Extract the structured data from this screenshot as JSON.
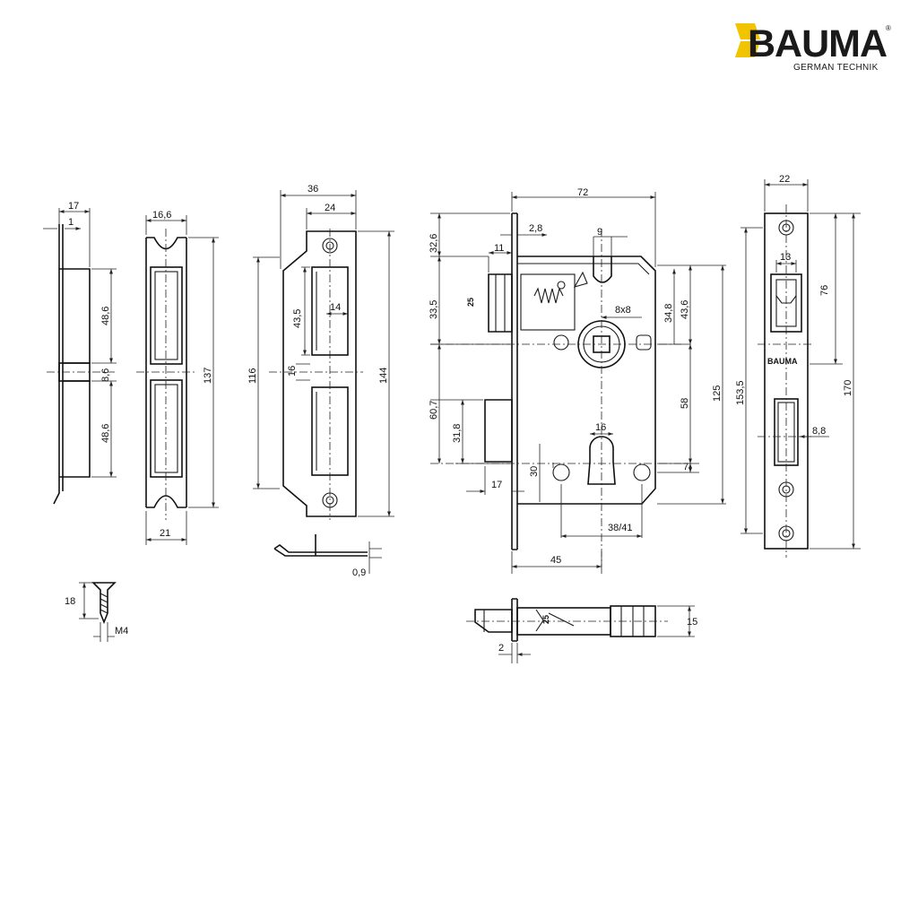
{
  "brand": {
    "name": "BAUMA",
    "registered": "®",
    "tagline": "GERMAN TECHNIK",
    "accent_color": "#f2c400",
    "plate_stamp": "BAUMA"
  },
  "dimensions": {
    "d17a": "17",
    "d1": "1",
    "d48_6a": "48,6",
    "d8_6": "8,6",
    "d48_6b": "48,6",
    "d16_6": "16,6",
    "d137": "137",
    "d21": "21",
    "d36": "36",
    "d24": "24",
    "d43_5": "43,5",
    "d14": "14",
    "d116": "116",
    "d16a": "16",
    "d144": "144",
    "d0_9": "0,9",
    "d72": "72",
    "d2_8": "2,8",
    "d9": "9",
    "d32_6": "32,6",
    "d11": "11",
    "d33_5": "33,5",
    "d25": "25",
    "d8x8": "8x8",
    "d34_8": "34,8",
    "d43_6": "43,6",
    "d58": "58",
    "d125": "125",
    "d153_5": "153,5",
    "d60_7": "60,7",
    "d31_8": "31,8",
    "d16b": "16",
    "d30": "30",
    "d7": "7",
    "d17b": "17",
    "d38_41": "38/41",
    "d45": "45",
    "d22": "22",
    "d13": "13",
    "d76": "76",
    "d170": "170",
    "d8_8": "8,8",
    "d18": "18",
    "dM4": "M4",
    "d15": "15",
    "d2": "2"
  }
}
